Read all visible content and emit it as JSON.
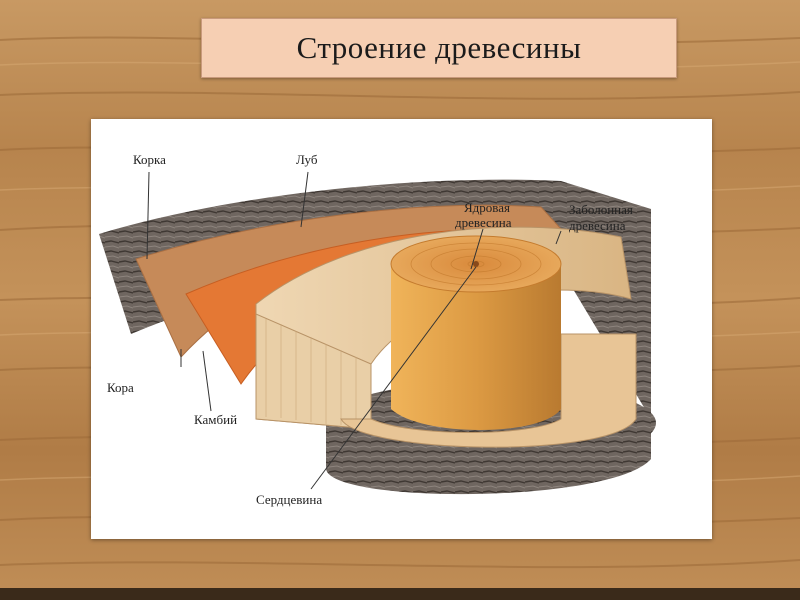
{
  "slide": {
    "title": "Строение древесины"
  },
  "diagram": {
    "labels": {
      "korka": "Корка",
      "lub": "Луб",
      "yadrovaya_line1": "Ядровая",
      "yadrovaya_line2": "древесина",
      "zabolonnaya_line1": "Заболонная",
      "zabolonnaya_line2": "древесина",
      "kora": "Кора",
      "kambiy": "Камбий",
      "serdtsevina": "Сердцевина"
    }
  },
  "colors": {
    "title_bg": "#f6cfb3",
    "wood_bg": "#b98a55",
    "bark": "#6d625b",
    "bast": "#c88a5a",
    "cambium": "#e07a33",
    "sapwood": "#e8c79c",
    "heartwood": "#d9953f"
  }
}
